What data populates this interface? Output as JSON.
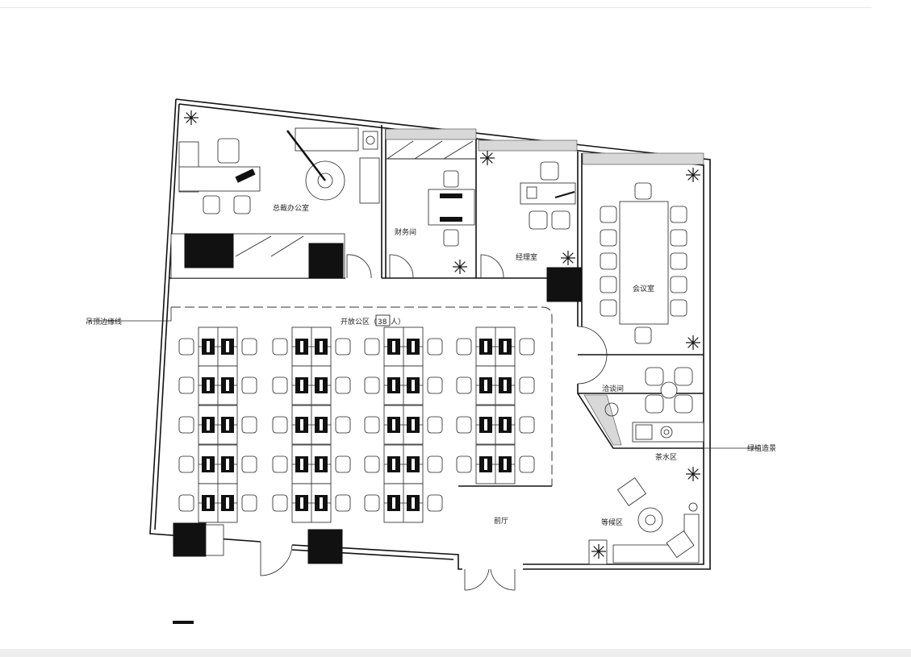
{
  "rooms": {
    "ceo_office": "总裁办公室",
    "finance": "财务间",
    "manager": "经理室",
    "meeting": "会议室",
    "open_office_prefix": "开放公区（",
    "open_office_count": "38",
    "open_office_suffix": "人）",
    "negotiation": "洽谈间",
    "tea": "茶水区",
    "lobby": "前厅",
    "waiting": "等候区"
  },
  "annotations": {
    "ceiling_line": "吊顶边缘线",
    "green_landscape": "绿植造景"
  }
}
